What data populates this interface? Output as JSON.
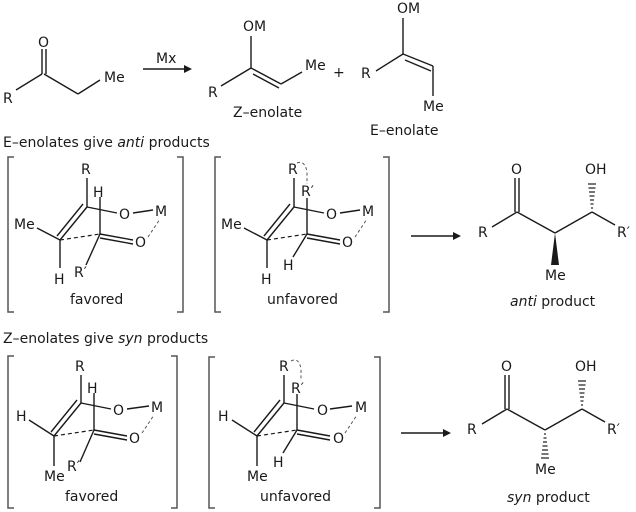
{
  "reaction": {
    "reagent": "Mx",
    "plus": "+",
    "ketone": {
      "R": "R",
      "O": "O",
      "Me": "Me"
    },
    "z_enolate": {
      "OM": "OM",
      "R": "R",
      "Me": "Me",
      "caption": "Z–enolate"
    },
    "e_enolate": {
      "OM": "OM",
      "R": "R",
      "Me": "Me",
      "caption": "E–enolate"
    }
  },
  "sections": [
    {
      "heading_pre": "E–enolates give ",
      "heading_em": "anti",
      "heading_post": " products",
      "favored": {
        "caption": "favored",
        "atoms": {
          "R": "R",
          "H_top": "H",
          "O1": "O",
          "M": "M",
          "Me": "Me",
          "O2": "O",
          "R2": "R′",
          "H_bot": "H"
        }
      },
      "unfavored": {
        "caption": "unfavored",
        "atoms": {
          "R": "R",
          "R2": "R′",
          "O1": "O",
          "M": "M",
          "Me": "Me",
          "O2": "O",
          "H_mid": "H",
          "H_bot": "H"
        }
      },
      "product": {
        "caption_em": "anti",
        "caption_post": " product",
        "atoms": {
          "O": "O",
          "OH": "OH",
          "R": "R",
          "R2": "R′",
          "Me": "Me"
        }
      }
    },
    {
      "heading_pre": "Z–enolates give ",
      "heading_em": "syn",
      "heading_post": " products",
      "favored": {
        "caption": "favored",
        "atoms": {
          "R": "R",
          "H_top": "H",
          "O1": "O",
          "M": "M",
          "H_left": "H",
          "O2": "O",
          "R2": "R′",
          "Me": "Me"
        }
      },
      "unfavored": {
        "caption": "unfavored",
        "atoms": {
          "R": "R",
          "R2": "R′",
          "O1": "O",
          "M": "M",
          "H_left": "H",
          "O2": "O",
          "H_mid": "H",
          "Me": "Me"
        }
      },
      "product": {
        "caption_em": "syn",
        "caption_post": " product",
        "atoms": {
          "O": "O",
          "OH": "OH",
          "R": "R",
          "R2": "R′",
          "Me": "Me"
        }
      }
    }
  ]
}
